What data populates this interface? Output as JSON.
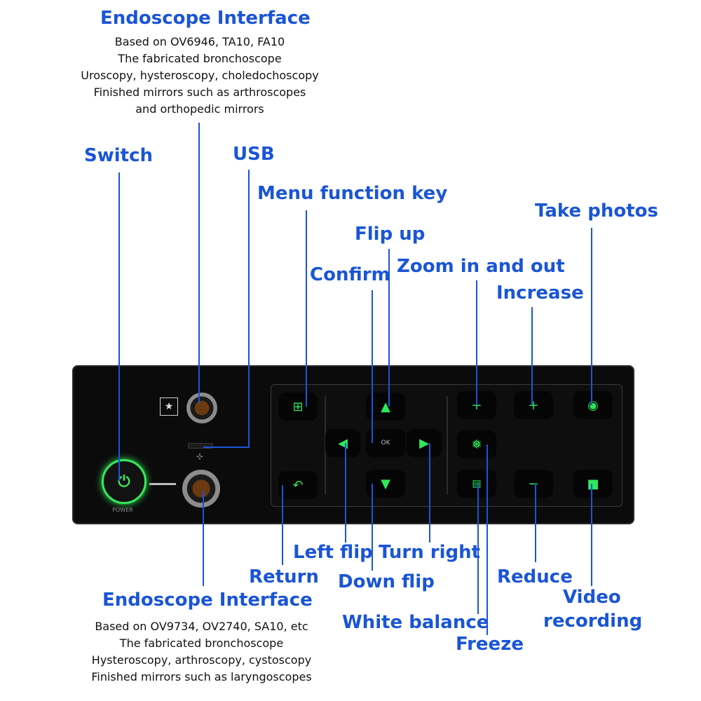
{
  "labels": {
    "endoscope_top": "Endoscope Interface",
    "switch": "Switch",
    "usb": "USB",
    "menu": "Menu function key",
    "flip_up": "Flip up",
    "confirm": "Confirm",
    "zoom": "Zoom in and out",
    "increase": "Increase",
    "take_photos": "Take photos",
    "left_flip": "Left flip",
    "turn_right": "Turn right",
    "return": "Return",
    "down_flip": "Down flip",
    "reduce": "Reduce",
    "video_line1": "Video",
    "video_line2": "recording",
    "endoscope_bottom": "Endoscope Interface",
    "white_balance": "White balance",
    "freeze": "Freeze"
  },
  "top_description": [
    "Based on OV6946, TA10, FA10",
    "The fabricated bronchoscope",
    "Uroscopy, hysteroscopy, choledochoscopy",
    "Finished mirrors such as arthroscopes",
    "and orthopedic mirrors"
  ],
  "bottom_description": [
    "Based on OV9734, OV2740, SA10, etc",
    "The fabricated bronchoscope",
    "Hysteroscopy, arthroscopy, cystoscopy",
    "Finished mirrors such as laryngoscopes"
  ],
  "device": {
    "power_label": "POWER",
    "ok_label": "OK"
  },
  "icons": {
    "menu": "grid-icon",
    "return": "return-icon",
    "up": "arrow-up-icon",
    "down": "arrow-down-icon",
    "left": "arrow-left-icon",
    "right": "arrow-right-icon",
    "zoom": "plus-icon",
    "freeze": "snowflake-icon",
    "white_balance": "white-balance-icon",
    "increase": "plus-icon",
    "reduce": "minus-icon",
    "photo": "camera-icon",
    "video": "video-icon"
  },
  "colors": {
    "label_blue": "#1a55d6",
    "key_green": "#2fe85c",
    "device_black": "#0b0b0b"
  }
}
